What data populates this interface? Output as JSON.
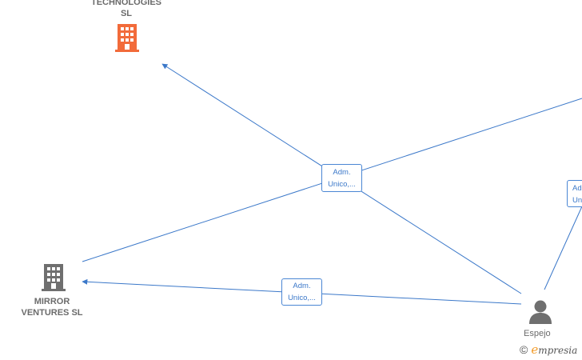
{
  "colors": {
    "edge": "#3b78c9",
    "company_highlight": "#f26b3a",
    "company_default": "#6f6f6f",
    "person": "#6f6f6f"
  },
  "nodes": {
    "top_company": {
      "line1": "TECHNOLOGIES",
      "line2": "SL",
      "icon": "building-icon"
    },
    "mirror": {
      "line1": "MIRROR",
      "line2": "VENTURES SL",
      "icon": "building-icon"
    },
    "person": {
      "label": "Espejo",
      "icon": "person-icon"
    }
  },
  "edge_labels": {
    "center": {
      "line1": "Adm.",
      "line2": "Unico,..."
    },
    "bottom": {
      "line1": "Adm.",
      "line2": "Unico,..."
    },
    "right": {
      "line1": "Adm.",
      "line2": "Uni"
    }
  },
  "brand": {
    "copyright": "©",
    "e": "e",
    "rest": "mpresia"
  }
}
